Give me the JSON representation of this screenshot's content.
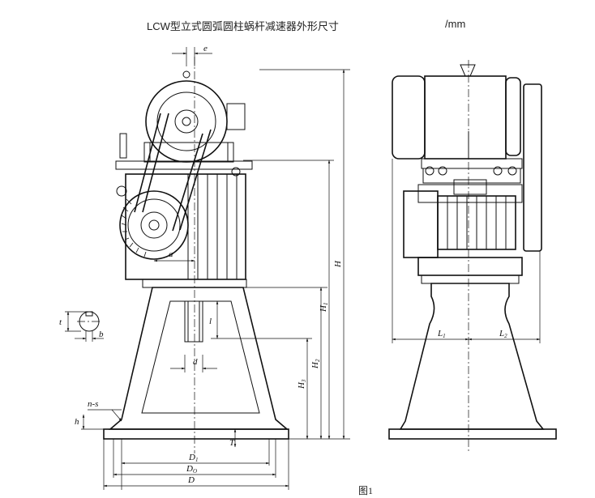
{
  "header": {
    "title": "LCW型立式圆弧圆柱蜗杆减速器外形尺寸",
    "unit": "/mm"
  },
  "figure": {
    "caption": "图1"
  },
  "dimensions": {
    "e": "e",
    "a": "a",
    "l": "l",
    "d": "d",
    "t": "t",
    "b": "b",
    "n_s": "n-s",
    "h": "h",
    "T": "T",
    "D1": "D",
    "D1_sub": "1",
    "D0": "D",
    "D0_sub": "O",
    "D": "D",
    "H": "H",
    "H1": "H",
    "H1_sub": "1",
    "H2": "H",
    "H2_sub": "2",
    "H3": "H",
    "H3_sub": "3",
    "L1": "L",
    "L1_sub": "1",
    "L2": "L",
    "L2_sub": "2"
  }
}
